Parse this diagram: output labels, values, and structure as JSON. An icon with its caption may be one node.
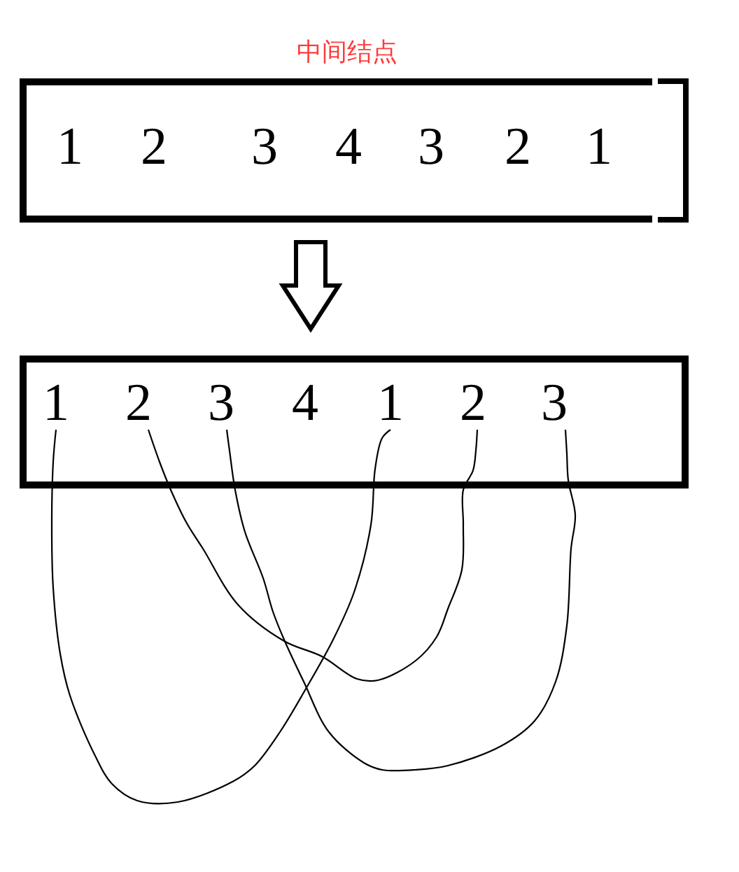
{
  "diagram": {
    "nodes": [
      {
        "text": [
          "1",
          "2",
          "3",
          "4",
          "3",
          "2",
          "1"
        ],
        "beside": [
          "中间结点"
        ]
      },
      {
        "text": [],
        "shape": "box"
      },
      {
        "text": [
          "1"
        ],
        "in": 1
      },
      {
        "text": [
          "2"
        ],
        "in": 1
      },
      {
        "text": [
          "3"
        ],
        "in": 1
      },
      {
        "text": [
          "4"
        ],
        "in": 1
      },
      {
        "text": [
          "1"
        ],
        "in": 1
      },
      {
        "text": [
          "2"
        ],
        "in": 1
      },
      {
        "text": [
          "3"
        ],
        "in": 1
      }
    ],
    "edges": [
      {
        "from": 0,
        "to": 1,
        "arrow": "to",
        "style": "thick"
      },
      {
        "from": 2,
        "to": 6,
        "arrow": "none"
      },
      {
        "from": 3,
        "to": 7,
        "arrow": "none"
      },
      {
        "from": 4,
        "to": 8,
        "arrow": "none"
      }
    ]
  }
}
